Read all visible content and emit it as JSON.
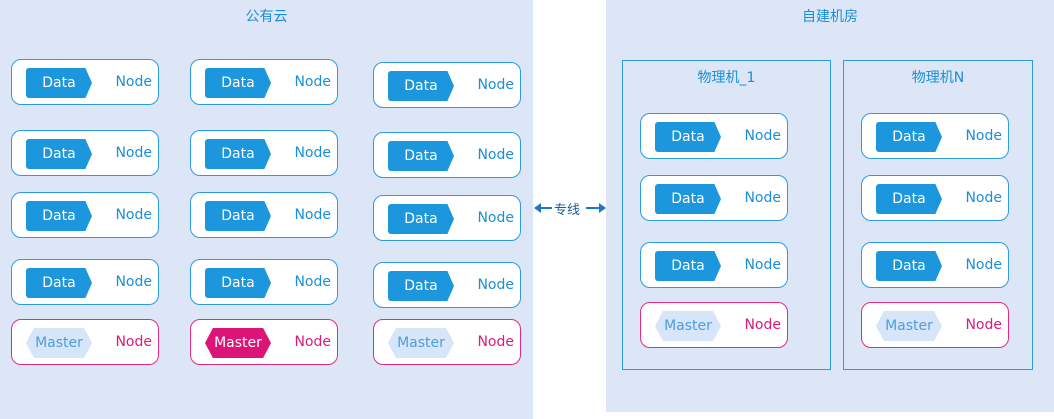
{
  "public_cloud": {
    "title": "公有云"
  },
  "private_dc": {
    "title": "自建机房"
  },
  "link": {
    "label": "专线"
  },
  "labels": {
    "data": "Data",
    "master": "Master",
    "node": "Node"
  },
  "physical_machines": [
    {
      "title": "物理机_1"
    },
    {
      "title": "物理机N"
    }
  ],
  "colors": {
    "accent_blue": "#1c97dd",
    "master_pink": "#dc1478",
    "region_bg": "#dde6f7"
  }
}
